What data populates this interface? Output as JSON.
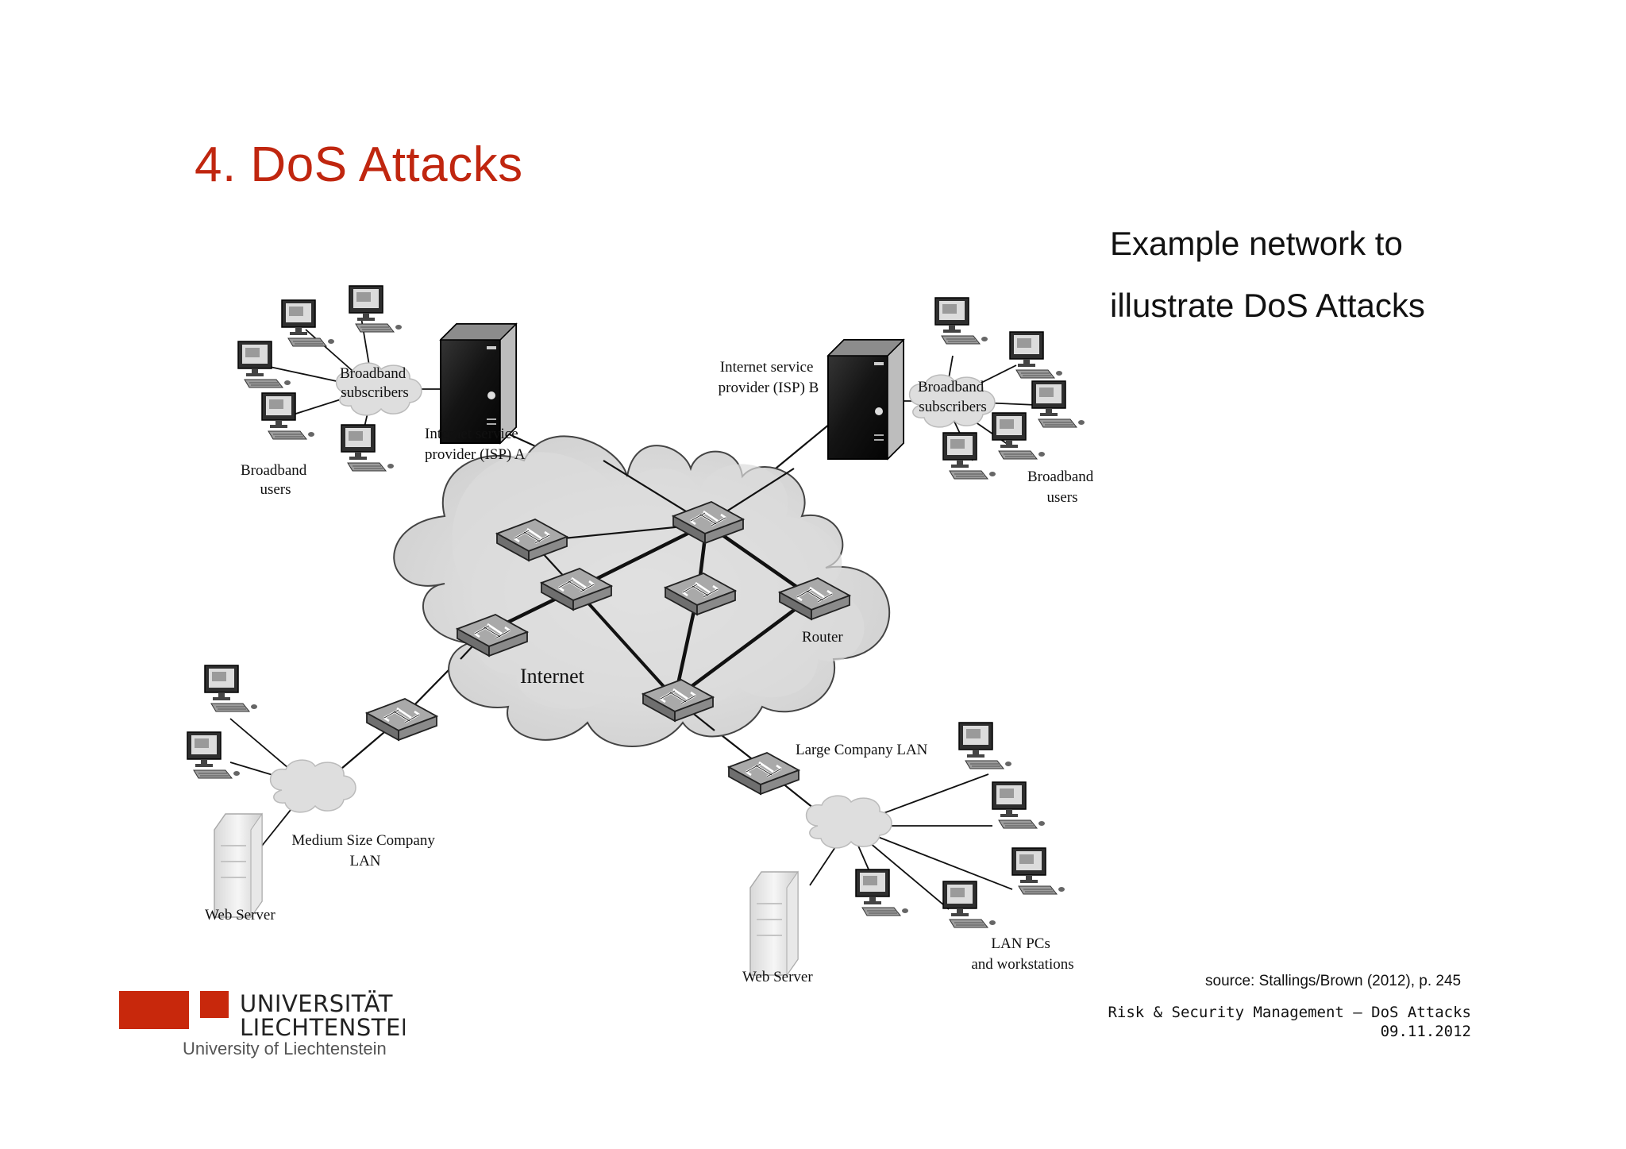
{
  "slide": {
    "title": "4.  DoS Attacks",
    "description_lines": [
      "Example network to",
      "illustrate DoS Attacks"
    ]
  },
  "diagram": {
    "labels": {
      "broadband_subscribers_a": [
        "Broadband",
        "subscribers"
      ],
      "broadband_users_a": [
        "Broadband",
        "users"
      ],
      "isp_a": [
        "Internet service",
        "provider (ISP) A"
      ],
      "isp_b": [
        "Internet service",
        "provider (ISP) B"
      ],
      "broadband_subscribers_b": [
        "Broadband",
        "subscribers"
      ],
      "broadband_users_b": [
        "Broadband",
        "users"
      ],
      "router": "Router",
      "internet": "Internet",
      "medium_lan": [
        "Medium Size Company",
        "LAN"
      ],
      "web_server_left": "Web Server",
      "large_lan": "Large Company LAN",
      "lan_pcs": [
        "LAN PCs",
        "and workstations"
      ],
      "web_server_right": "Web Server"
    }
  },
  "footer": {
    "source": "source: Stallings/Brown (2012), p. 245",
    "course": "Risk & Security Management – DoS Attacks",
    "date": "09.11.2012"
  },
  "logo": {
    "line1": "UNIVERSITÄT",
    "line2": "LIECHTENSTEIN",
    "subtitle": "University of Liechtenstein",
    "brand_color": "#c8280c"
  }
}
